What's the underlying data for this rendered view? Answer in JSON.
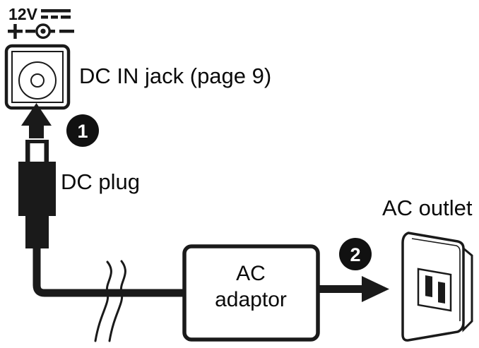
{
  "diagram": {
    "title_alt": "DC IN jack and AC adaptor connection diagram",
    "colors": {
      "ink": "#1a1a1a",
      "background": "#ffffff",
      "badge_fill": "#111111",
      "badge_text": "#ffffff"
    }
  },
  "rating_label": {
    "voltage": "12V",
    "plus_sign": "+",
    "minus_sign": "–",
    "dc_symbol_name": "dc-current-symbol",
    "polarity_symbol_name": "center-positive-polarity-symbol"
  },
  "labels": {
    "dc_in_jack": "DC IN jack (page 9)",
    "dc_plug": "DC plug",
    "ac_adaptor_line1": "AC",
    "ac_adaptor_line2": "adaptor",
    "ac_outlet": "AC outlet"
  },
  "steps": [
    {
      "number": "1",
      "target": "dc-in-jack"
    },
    {
      "number": "2",
      "target": "ac-outlet"
    }
  ]
}
